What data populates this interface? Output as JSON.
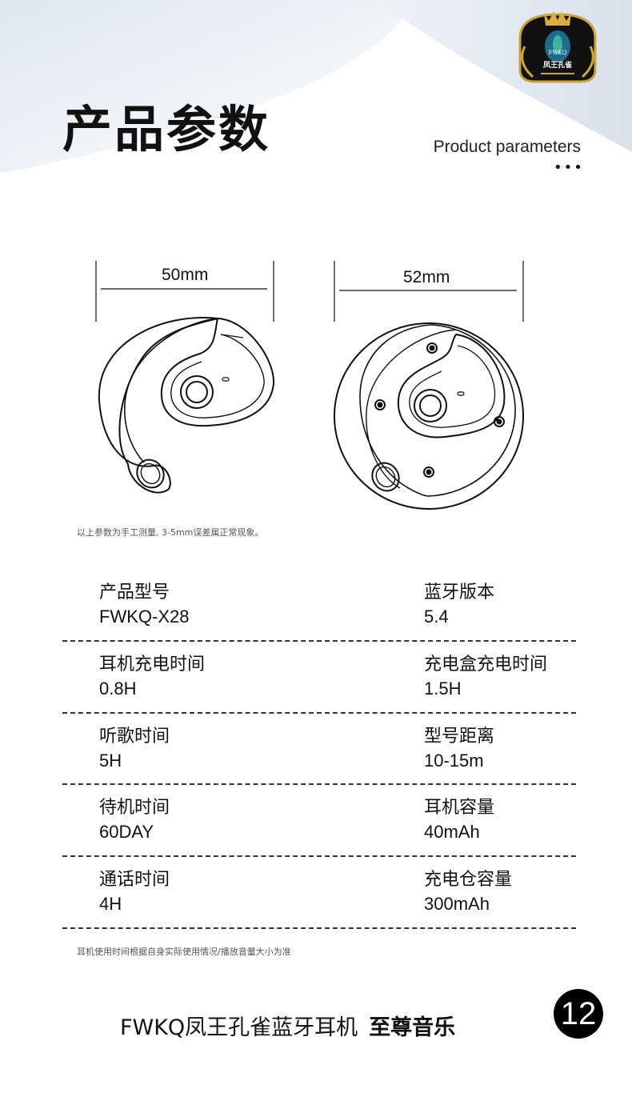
{
  "header": {
    "title": "产品参数",
    "subtitle": "Product parameters",
    "dots": "•••",
    "logo": {
      "brand": "FWKQ",
      "name": "凤王孔雀",
      "icon": "peacock-crown-emblem"
    }
  },
  "diagram": {
    "left_width": "50mm",
    "right_width": "52mm",
    "note": "以上参数为手工测量, 3-5mm误差属正常现象。"
  },
  "specs": [
    {
      "left": {
        "name": "产品型号",
        "value": "FWKQ-X28"
      },
      "right": {
        "name": "蓝牙版本",
        "value": "5.4"
      }
    },
    {
      "left": {
        "name": "耳机充电时间",
        "value": "0.8H"
      },
      "right": {
        "name": "充电盒充电时间",
        "value": "1.5H"
      }
    },
    {
      "left": {
        "name": "听歌时间",
        "value": "5H"
      },
      "right": {
        "name": "型号距离",
        "value": "10-15m"
      }
    },
    {
      "left": {
        "name": "待机时间",
        "value": "60DAY"
      },
      "right": {
        "name": "耳机容量",
        "value": "40mAh"
      }
    },
    {
      "left": {
        "name": "通话时间",
        "value": "4H"
      },
      "right": {
        "name": "充电仓容量",
        "value": "300mAh"
      }
    }
  ],
  "footnote": "耳机使用时间根据自身实际使用情况/播放音量大小为准",
  "footer": {
    "slogan": "FWKQ凤王孔雀蓝牙耳机",
    "slogan_strong": "至尊音乐",
    "page_number": "12"
  },
  "colors": {
    "text": "#111111",
    "accent_bg": "#e9eef5",
    "logo_gold": "#c9a23a",
    "logo_dark": "#111111"
  }
}
